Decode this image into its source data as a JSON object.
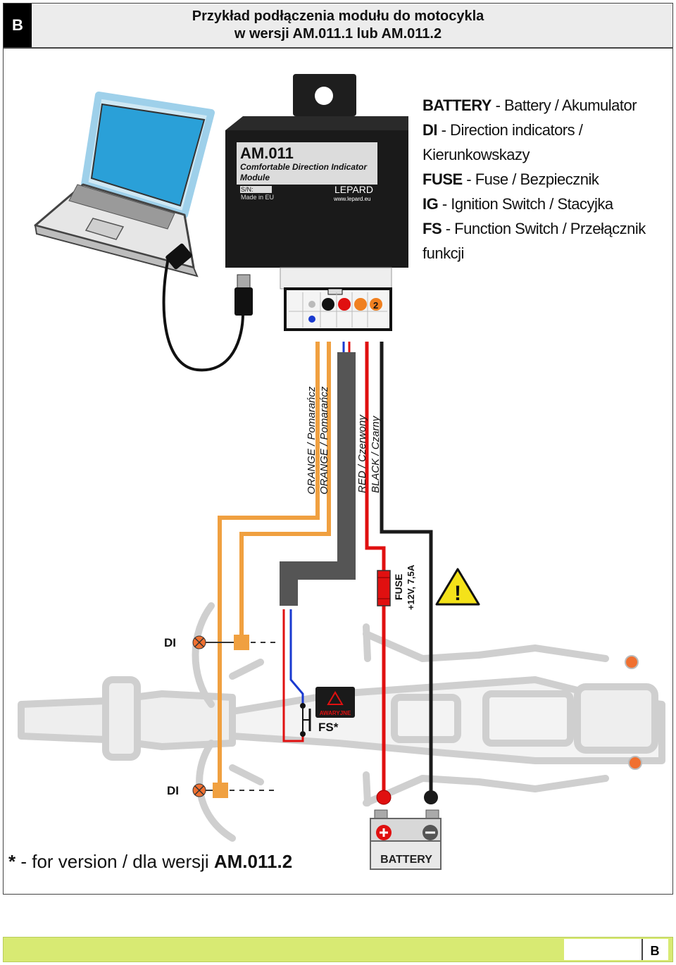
{
  "header": {
    "badge": "B",
    "title_line1": "Przykład podłączenia modułu do motocykla",
    "title_line2": "w wersji AM.011.1 lub AM.011.2"
  },
  "module": {
    "model": "AM.011",
    "subtitle_line1": "Comfortable Direction Indicator",
    "subtitle_line2": "Module",
    "sn_label": "S/N:",
    "made_in": "Made in EU",
    "brand": "LEPARD",
    "website": "www.lepard.eu",
    "connector_number": "2"
  },
  "legend": [
    {
      "abbr": "BATTERY",
      "desc": " - Battery / Akumulator"
    },
    {
      "abbr": "DI",
      "desc": " - Direction indicators / Kierunkowskazy"
    },
    {
      "abbr": "FUSE",
      "desc": " - Fuse / Bezpiecznik"
    },
    {
      "abbr": "IG",
      "desc": " - Ignition Switch / Stacyjka"
    },
    {
      "abbr": "FS",
      "desc": " - Function Switch / Przełącznik funkcji"
    }
  ],
  "wires": {
    "orange1": "ORANGE / Pomarańcz",
    "orange2": "ORANGE / Pomarańcz",
    "red": "RED / Czerwony",
    "black": "BLACK / Czarny"
  },
  "fuse": {
    "label": "FUSE",
    "rating": "+12V, 7,5A"
  },
  "warning_symbol": "!",
  "di_label_top": "DI",
  "di_label_bottom": "DI",
  "switch": {
    "panel_text": "AWARYJNE",
    "label": "FS*"
  },
  "battery": {
    "label": "BATTERY"
  },
  "footnote": {
    "star": "*",
    "text": " - for version / dla wersji ",
    "version": "AM.011.2"
  },
  "footer": {
    "badge": "B"
  },
  "colors": {
    "orange": "#f0a040",
    "red": "#e01010",
    "black": "#1a1a1a",
    "blue": "#1a3ad0",
    "footer": "#d8ea73",
    "laptop_screen": "#2aa0d8"
  }
}
